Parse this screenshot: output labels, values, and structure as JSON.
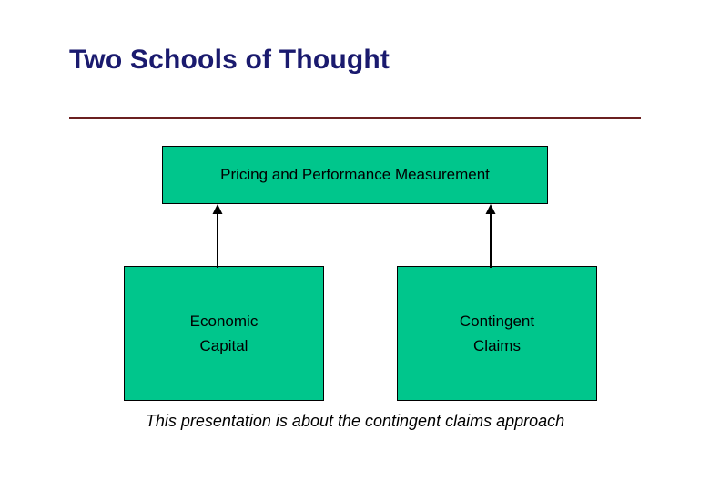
{
  "slide": {
    "title": "Two Schools of Thought",
    "caption": "This presentation is about the contingent claims approach",
    "colors": {
      "title_text": "#1a1a6e",
      "rule": "#6b2020",
      "box_fill": "#00c68c",
      "box_border": "#000000",
      "body_text": "#000000",
      "background": "#ffffff"
    },
    "diagram": {
      "top_box": {
        "label": "Pricing and Performance Measurement"
      },
      "left_box": {
        "line1": "Economic",
        "line2": "Capital"
      },
      "right_box": {
        "line1": "Contingent",
        "line2": "Claims"
      },
      "connectors": [
        {
          "name": "arrow-from-left-box",
          "direction": "up"
        },
        {
          "name": "arrow-from-right-box",
          "direction": "up"
        }
      ]
    }
  }
}
